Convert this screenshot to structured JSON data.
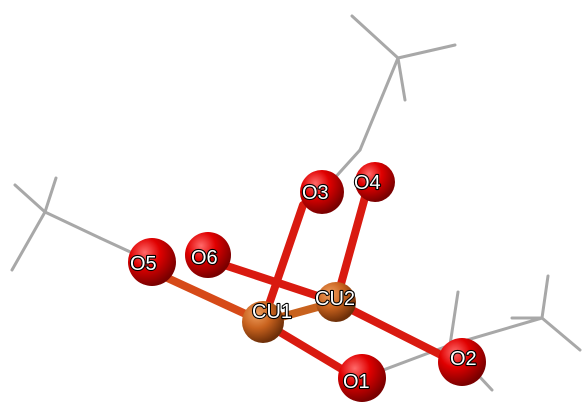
{
  "molecule": {
    "colors": {
      "oxygen": "#dd0000",
      "copper": "#c8621e",
      "carbon_hydrogen": "#a8a8a8"
    },
    "atoms": [
      {
        "id": "o1",
        "label": "O1",
        "element": "oxygen"
      },
      {
        "id": "o2",
        "label": "O2",
        "element": "oxygen"
      },
      {
        "id": "o3",
        "label": "O3",
        "element": "oxygen"
      },
      {
        "id": "o4",
        "label": "O4",
        "element": "oxygen"
      },
      {
        "id": "o5",
        "label": "O5",
        "element": "oxygen"
      },
      {
        "id": "o6",
        "label": "O6",
        "element": "oxygen"
      },
      {
        "id": "cu1",
        "label": "CU1",
        "element": "copper"
      },
      {
        "id": "cu2",
        "label": "CU2",
        "element": "copper"
      }
    ]
  }
}
